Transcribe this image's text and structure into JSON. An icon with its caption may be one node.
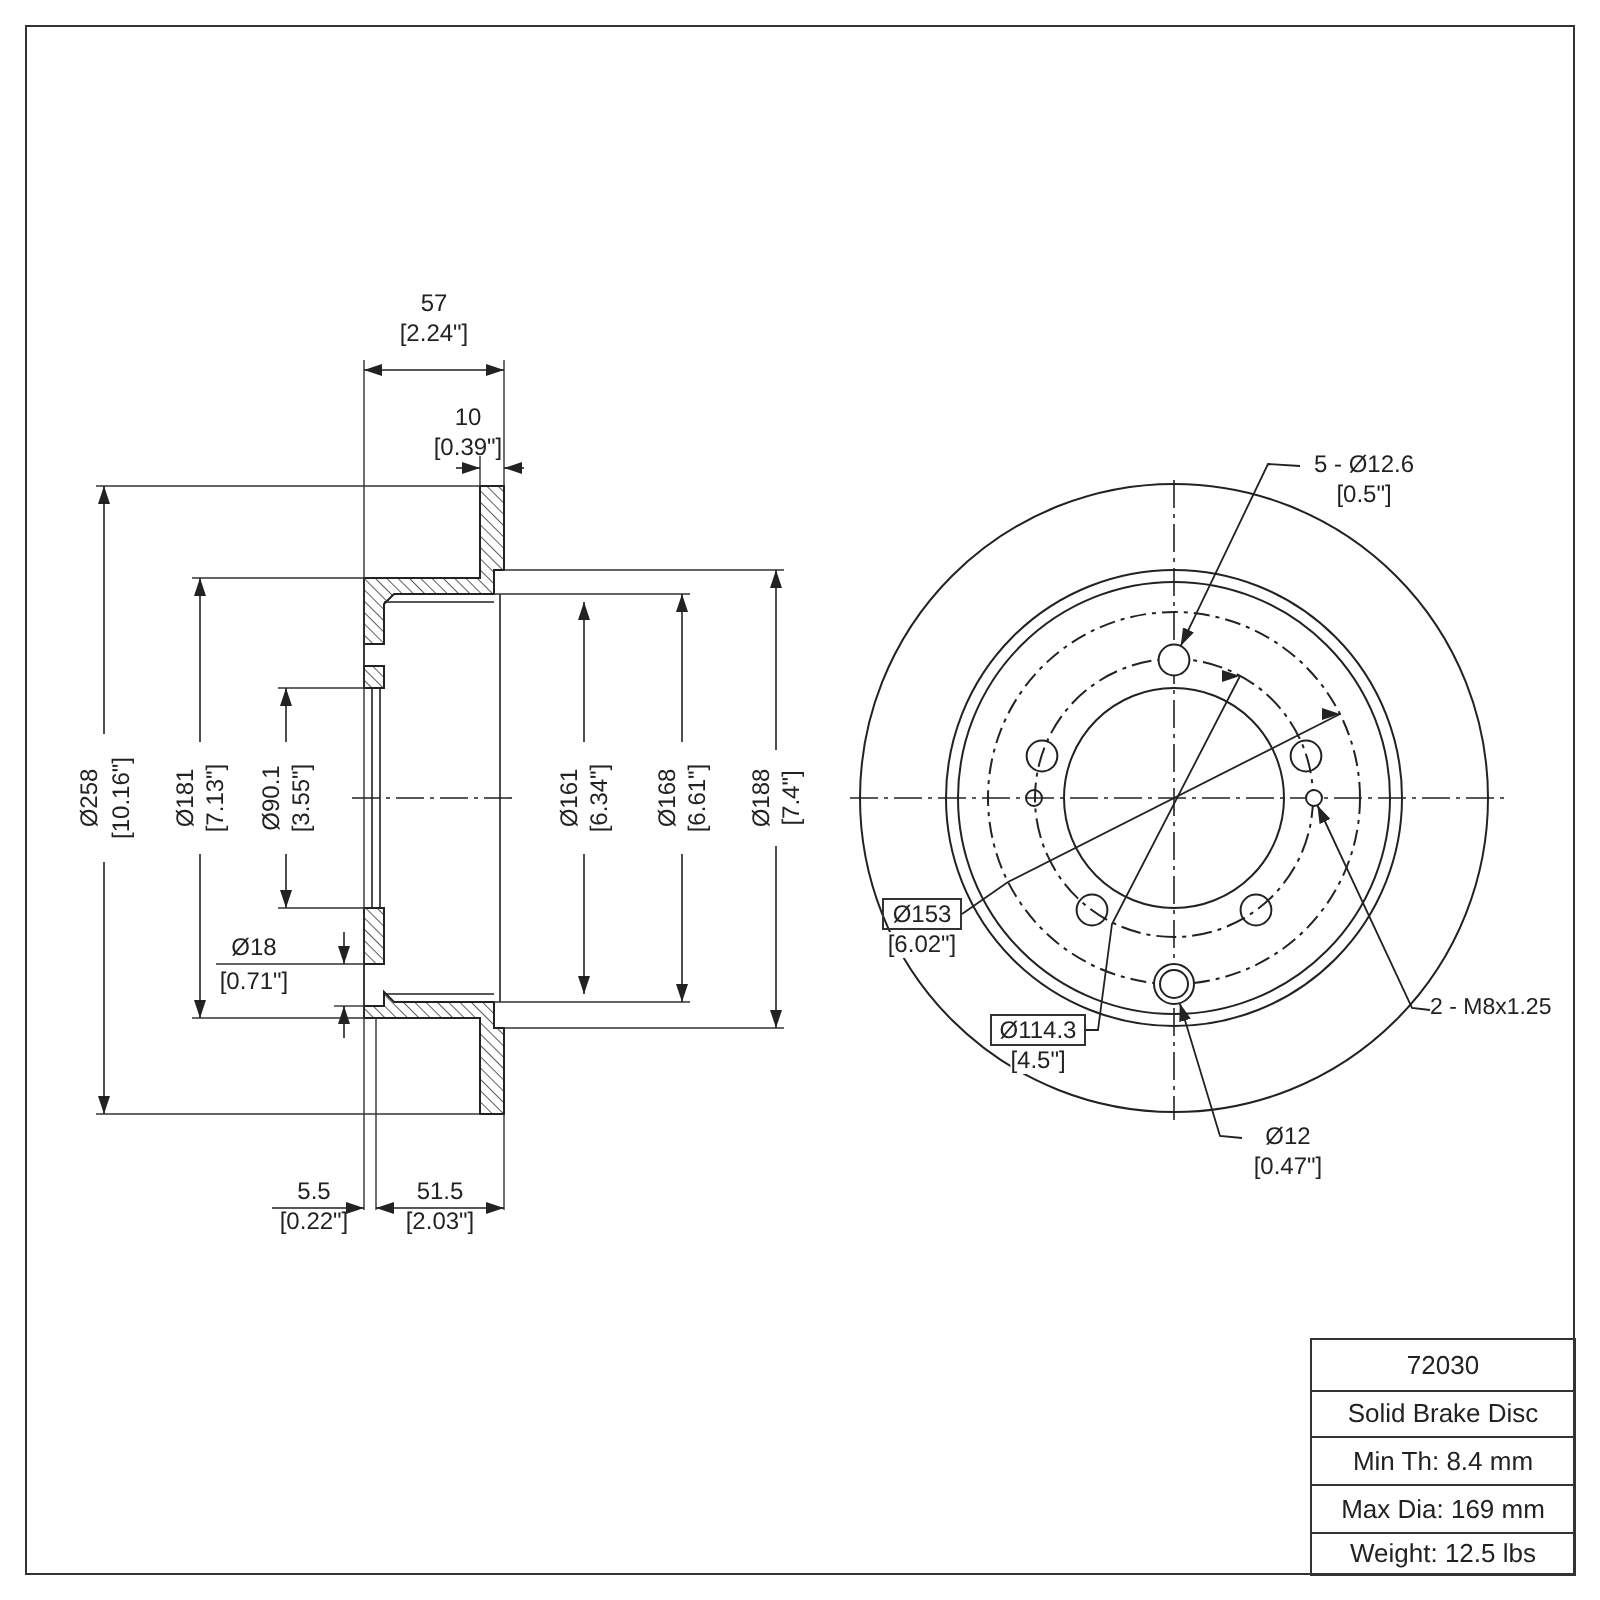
{
  "diagram": {
    "nodes": [
      {
        "text": [
          "5 - Ø12.6 [0.5\"]"
        ]
      },
      {
        "text": [],
        "shape": "circle"
      },
      {
        "text": [
          "2 - M8x1.25"
        ]
      },
      {
        "text": [],
        "shape": "circle"
      },
      {
        "text": [
          "Ø12 [0.47\"]"
        ]
      },
      {
        "text": [],
        "shape": "circle"
      },
      {
        "text": [
          "Ø153"
        ],
        "beside": [
          "[6.02\"]"
        ]
      },
      {
        "text": [
          "Ø114.3"
        ],
        "beside": [
          "[4.5\"]"
        ]
      }
    ],
    "edges": [
      {
        "from": 0,
        "to": 1,
        "arrow": "to"
      },
      {
        "from": 2,
        "to": 3,
        "arrow": "to"
      },
      {
        "from": 4,
        "to": 5,
        "arrow": "to"
      },
      {
        "from": 6,
        "to": null,
        "arrow": "to"
      },
      {
        "from": 7,
        "to": null,
        "arrow": "to"
      }
    ],
    "labels": [
      "57",
      "[2.24\"]",
      "10",
      "[0.39\"]",
      "Ø258",
      "[10.16\"]",
      "Ø181",
      "[7.13\"]",
      "Ø90.1",
      "[3.55\"]",
      "Ø161",
      "[6.34\"]",
      "Ø168",
      "[6.61\"]",
      "Ø188",
      "[7.4\"]",
      "Ø18",
      "[0.71\"]",
      "5.5",
      "[0.22\"]",
      "51.5",
      "[2.03\"]",
      "72030",
      "Solid Brake Disc",
      "Min Th: 8.4 mm",
      "Max Dia: 169 mm",
      "Weight: 12.5 lbs"
    ]
  }
}
